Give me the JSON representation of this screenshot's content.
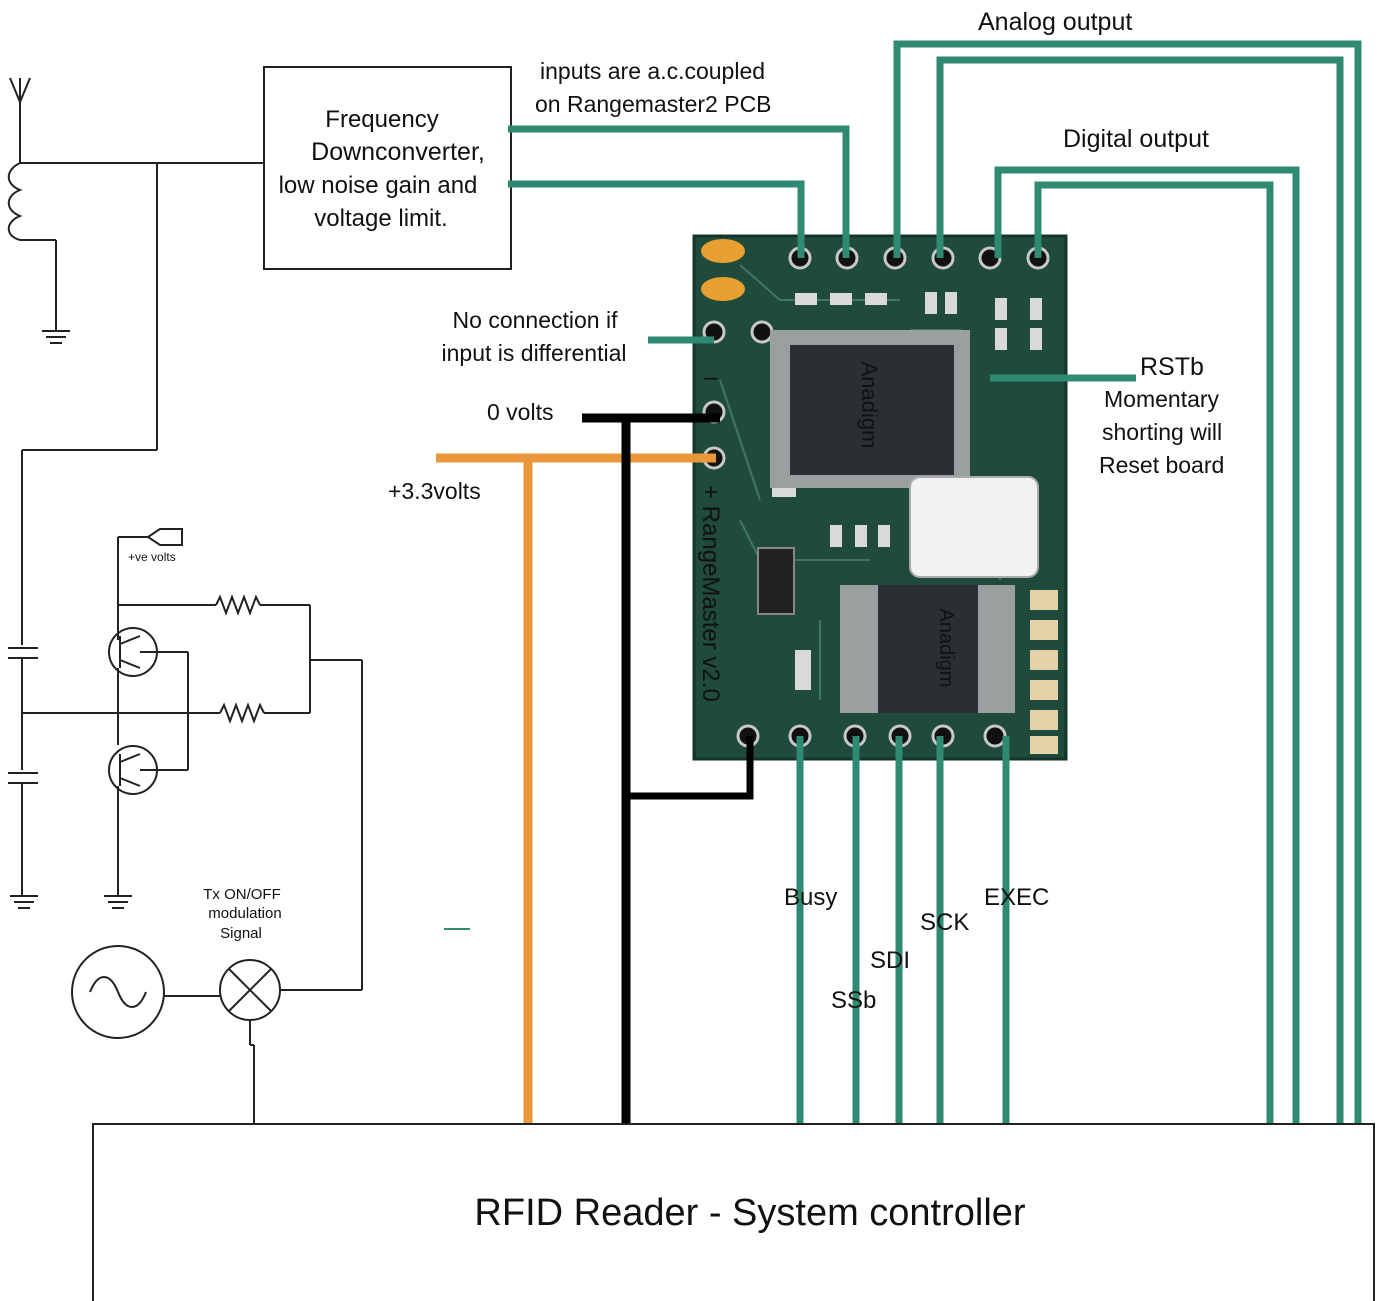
{
  "colors": {
    "signal_wire": "#2e8a70",
    "ground_wire": "#000000",
    "power_wire": "#e8983a",
    "pcb_green": "#1f4a3c",
    "pad_gold": "#e8a030",
    "chip": "#2b2e33"
  },
  "labels": {
    "analog_output": "Analog output",
    "digital_output": "Digital output",
    "ac_coupled_line1": "inputs are a.c.coupled",
    "ac_coupled_line2": "on Rangemaster2 PCB",
    "downconverter_line1": "Frequency",
    "downconverter_line2": "Downconverter,",
    "downconverter_line3": "low noise gain and",
    "downconverter_line4": "voltage limit.",
    "no_connection_line1": "No connection if",
    "no_connection_line2": "input is differential",
    "zero_volts": "0 volts",
    "plus_3v3": "+3.3volts",
    "rstb": "RSTb",
    "rstb_line1": "Momentary",
    "rstb_line2": "shorting will",
    "rstb_line3": "Reset board",
    "ve_volts": "+ve volts",
    "tx_line1": "Tx ON/OFF",
    "tx_line2": "modulation",
    "tx_line3": "Signal",
    "busy": "Busy",
    "sck": "SCK",
    "exec": "EXEC",
    "sdi": "SDI",
    "ssb": "SSb",
    "controller": "RFID Reader - System controller"
  },
  "pcb": {
    "board_text": "+ RangeMaster v2.0",
    "chip_brand": "Anadigm",
    "minus_mark": "–"
  }
}
